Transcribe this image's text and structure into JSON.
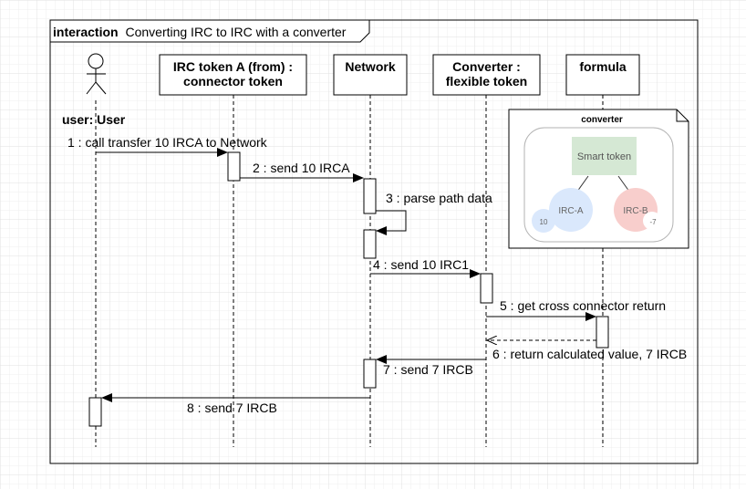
{
  "frame": {
    "keyword": "interaction",
    "title": "Converting IRC to IRC with a converter"
  },
  "actor": {
    "label": "user: User"
  },
  "lifelines": [
    {
      "id": "irc-token-a",
      "line1": "IRC token A (from) :",
      "line2": "connector token"
    },
    {
      "id": "network",
      "line1": "Network",
      "line2": ""
    },
    {
      "id": "converter",
      "line1": "Converter :",
      "line2": "flexible token"
    },
    {
      "id": "formula",
      "line1": "formula",
      "line2": ""
    }
  ],
  "messages": [
    {
      "n": "1",
      "text": "1 : call transfer 10 IRCA to Network",
      "kind": "sync"
    },
    {
      "n": "2",
      "text": "2 : send 10 IRCA",
      "kind": "sync"
    },
    {
      "n": "3",
      "text": "3 : parse path data",
      "kind": "self"
    },
    {
      "n": "4",
      "text": "4 : send 10 IRC1",
      "kind": "sync"
    },
    {
      "n": "5",
      "text": "5 : get cross connector return",
      "kind": "sync"
    },
    {
      "n": "6",
      "text": "6 : return calculated value, 7 IRCB",
      "kind": "return"
    },
    {
      "n": "7",
      "text": "7 : send 7 IRCB",
      "kind": "sync"
    },
    {
      "n": "8",
      "text": "8 : send 7 IRCB",
      "kind": "sync"
    }
  ],
  "note": {
    "title": "converter",
    "smart_token": "Smart token",
    "irc_a": "IRC-A",
    "irc_b": "IRC-B",
    "small_a": "10",
    "small_b": "-7",
    "colors": {
      "smart_token_fill": "#d5e8d4",
      "irc_a_fill": "#dae8fc",
      "irc_b_fill": "#f8cecc"
    }
  }
}
